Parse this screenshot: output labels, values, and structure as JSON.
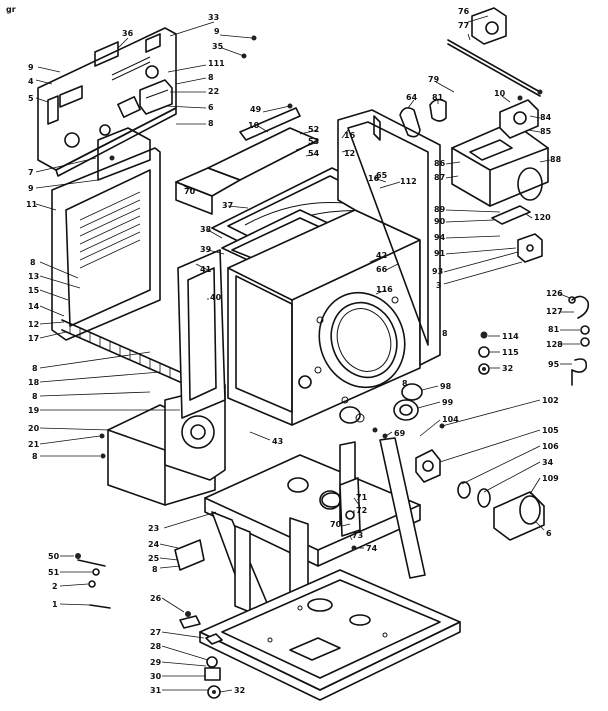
{
  "diagram": {
    "corner_mark": "gr",
    "callouts": [
      {
        "id": "c33",
        "text": "33"
      },
      {
        "id": "c36",
        "text": "36"
      },
      {
        "id": "c9a",
        "text": "9"
      },
      {
        "id": "c35",
        "text": "35"
      },
      {
        "id": "c111",
        "text": "111"
      },
      {
        "id": "c8a",
        "text": "8"
      },
      {
        "id": "c22",
        "text": "22"
      },
      {
        "id": "c6",
        "text": "6"
      },
      {
        "id": "c8b",
        "text": "8"
      },
      {
        "id": "c9b",
        "text": "9"
      },
      {
        "id": "c4",
        "text": "4"
      },
      {
        "id": "c5",
        "text": "5"
      },
      {
        "id": "c7",
        "text": "7"
      },
      {
        "id": "c9c",
        "text": "9"
      },
      {
        "id": "c11",
        "text": "11"
      },
      {
        "id": "c8c",
        "text": "8"
      },
      {
        "id": "c13",
        "text": "13"
      },
      {
        "id": "c15",
        "text": "15"
      },
      {
        "id": "c14",
        "text": "14"
      },
      {
        "id": "c12a",
        "text": "12"
      },
      {
        "id": "c17",
        "text": "17"
      },
      {
        "id": "c8d",
        "text": "8"
      },
      {
        "id": "c18",
        "text": "18"
      },
      {
        "id": "c8e",
        "text": "8"
      },
      {
        "id": "c19",
        "text": "19"
      },
      {
        "id": "c20",
        "text": "20"
      },
      {
        "id": "c21",
        "text": "21"
      },
      {
        "id": "c8f",
        "text": "8"
      },
      {
        "id": "c49",
        "text": "49"
      },
      {
        "id": "c10a",
        "text": "10"
      },
      {
        "id": "c52",
        "text": "52"
      },
      {
        "id": "c53",
        "text": "53"
      },
      {
        "id": "c54",
        "text": "54"
      },
      {
        "id": "c16a",
        "text": "16"
      },
      {
        "id": "c12b",
        "text": "12"
      },
      {
        "id": "c70a",
        "text": "70"
      },
      {
        "id": "c37",
        "text": "37"
      },
      {
        "id": "c38",
        "text": "38"
      },
      {
        "id": "c39",
        "text": "39"
      },
      {
        "id": "c41",
        "text": "41"
      },
      {
        "id": "c40",
        "text": "40"
      },
      {
        "id": "c16b",
        "text": "16"
      },
      {
        "id": "c65",
        "text": "65"
      },
      {
        "id": "c112",
        "text": "112"
      },
      {
        "id": "c42",
        "text": "42"
      },
      {
        "id": "c66",
        "text": "66"
      },
      {
        "id": "c116",
        "text": "116"
      },
      {
        "id": "c43",
        "text": "43"
      },
      {
        "id": "c76",
        "text": "76"
      },
      {
        "id": "c77",
        "text": "77"
      },
      {
        "id": "c79",
        "text": "79"
      },
      {
        "id": "c64",
        "text": "64"
      },
      {
        "id": "c81",
        "text": "81"
      },
      {
        "id": "c10b",
        "text": "10"
      },
      {
        "id": "c84",
        "text": "84"
      },
      {
        "id": "c85",
        "text": "85"
      },
      {
        "id": "c86",
        "text": "86"
      },
      {
        "id": "c87",
        "text": "87"
      },
      {
        "id": "c88",
        "text": "88"
      },
      {
        "id": "c89",
        "text": "89"
      },
      {
        "id": "c90",
        "text": "90"
      },
      {
        "id": "c94",
        "text": "94"
      },
      {
        "id": "c91",
        "text": "91"
      },
      {
        "id": "c120",
        "text": "120"
      },
      {
        "id": "c93",
        "text": "93"
      },
      {
        "id": "c3",
        "text": "3"
      },
      {
        "id": "c126",
        "text": "126"
      },
      {
        "id": "c127",
        "text": "127"
      },
      {
        "id": "c81b",
        "text": "81"
      },
      {
        "id": "c128",
        "text": "128"
      },
      {
        "id": "c95",
        "text": "95"
      },
      {
        "id": "c114",
        "text": "114"
      },
      {
        "id": "c115",
        "text": "115"
      },
      {
        "id": "c32a",
        "text": "32"
      },
      {
        "id": "c98",
        "text": "98"
      },
      {
        "id": "c99",
        "text": "99"
      },
      {
        "id": "c102",
        "text": "102"
      },
      {
        "id": "c104",
        "text": "104"
      },
      {
        "id": "c105",
        "text": "105"
      },
      {
        "id": "c106",
        "text": "106"
      },
      {
        "id": "c34",
        "text": "34"
      },
      {
        "id": "c109",
        "text": "109"
      },
      {
        "id": "c6b",
        "text": "6"
      },
      {
        "id": "c69",
        "text": "69"
      },
      {
        "id": "c8g",
        "text": "8"
      },
      {
        "id": "c8h",
        "text": "8"
      },
      {
        "id": "c71",
        "text": "71"
      },
      {
        "id": "c72",
        "text": "72"
      },
      {
        "id": "c70b",
        "text": "70"
      },
      {
        "id": "c73",
        "text": "73"
      },
      {
        "id": "c74",
        "text": "74"
      },
      {
        "id": "c23",
        "text": "23"
      },
      {
        "id": "c24",
        "text": "24"
      },
      {
        "id": "c25",
        "text": "25"
      },
      {
        "id": "c8i",
        "text": "8"
      },
      {
        "id": "c50",
        "text": "50"
      },
      {
        "id": "c51",
        "text": "51"
      },
      {
        "id": "c2",
        "text": "2"
      },
      {
        "id": "c1",
        "text": "1"
      },
      {
        "id": "c26",
        "text": "26"
      },
      {
        "id": "c27",
        "text": "27"
      },
      {
        "id": "c28",
        "text": "28"
      },
      {
        "id": "c29",
        "text": "29"
      },
      {
        "id": "c30",
        "text": "30"
      },
      {
        "id": "c31",
        "text": "31"
      },
      {
        "id": "c32b",
        "text": "32"
      }
    ]
  }
}
